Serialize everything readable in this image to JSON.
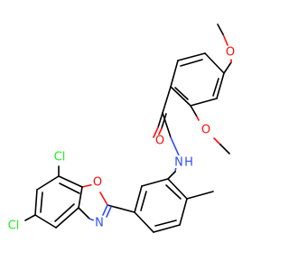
{
  "molecule": {
    "atom_labels": {
      "methoxy_top_o": "O",
      "methoxy_ring_o": "O",
      "carbonyl_o": "O",
      "amide_n": "N",
      "amide_h": "H",
      "oxazole_o": "O",
      "oxazole_n": "N",
      "chloro_top": "Cl",
      "chloro_bottom": "Cl"
    },
    "colors": {
      "carbon": "#000000",
      "oxygen": "#ff0d0d",
      "nitrogen": "#3050f8",
      "chlorine": "#1ff01f"
    }
  }
}
